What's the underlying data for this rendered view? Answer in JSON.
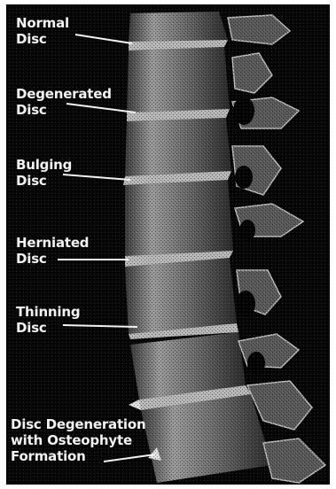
{
  "labels": [
    {
      "id": "normal",
      "lines": [
        "Normal",
        "Disc"
      ]
    },
    {
      "id": "degenerated",
      "lines": [
        "Degenerated",
        "Disc"
      ]
    },
    {
      "id": "bulging",
      "lines": [
        "Bulging",
        "Disc"
      ]
    },
    {
      "id": "herniated",
      "lines": [
        "Herniated",
        "Disc"
      ]
    },
    {
      "id": "thinning",
      "lines": [
        "Thinning",
        "Disc"
      ]
    },
    {
      "id": "osteophyte",
      "lines": [
        "Disc Degeneration",
        "with Osteophyte",
        "Formation"
      ]
    }
  ],
  "colors": {
    "background": "#050505",
    "bone": "#8a8a8a",
    "disc": "#d8d8d8",
    "label": "#f2f2f2"
  }
}
